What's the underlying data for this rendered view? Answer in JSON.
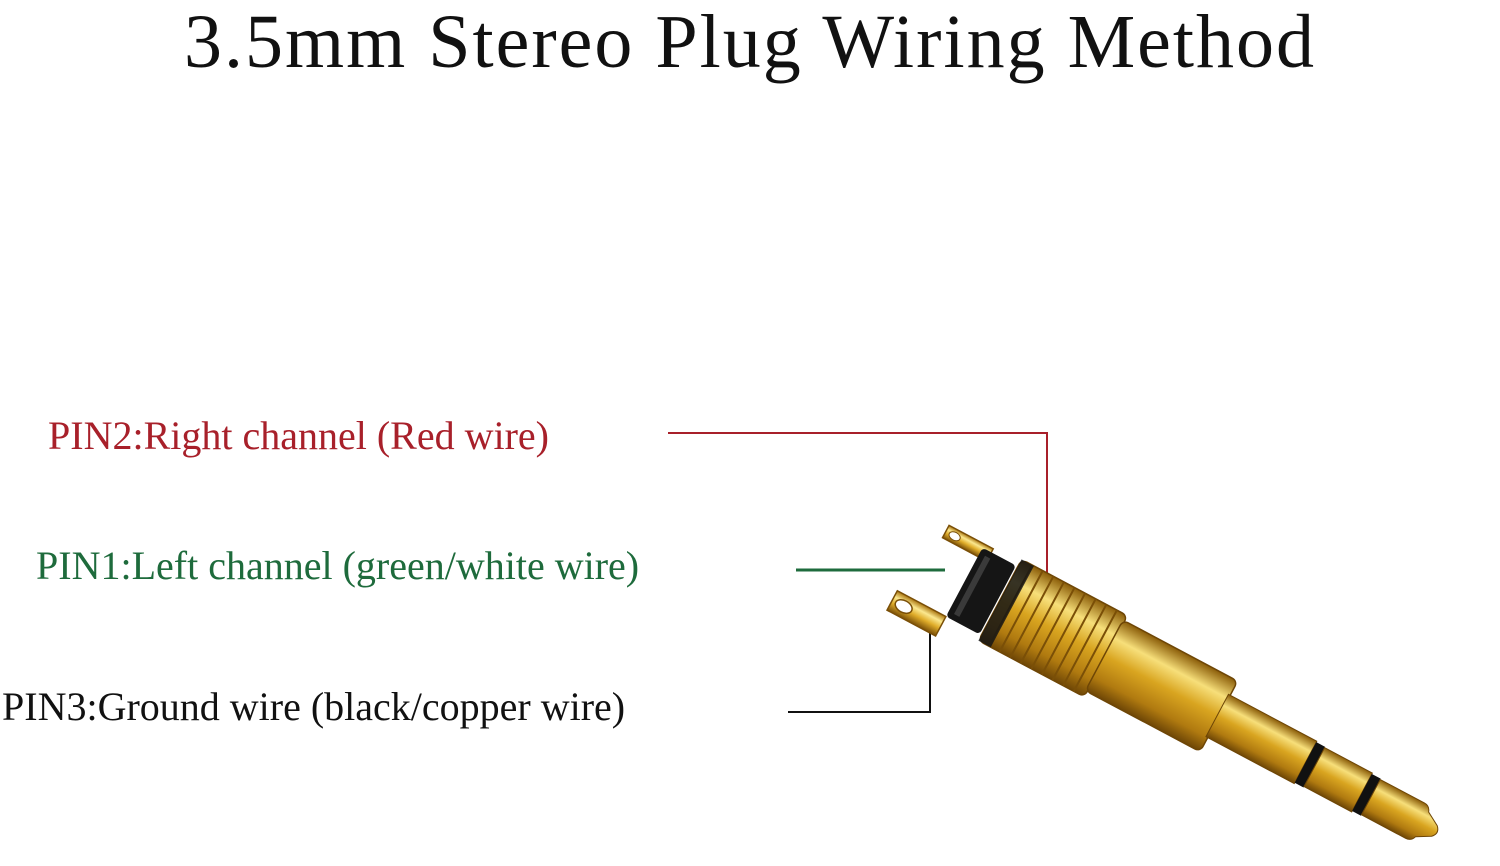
{
  "title": "3.5mm Stereo Plug Wiring Method",
  "pins": [
    {
      "id": "pin2",
      "text": "PIN2:Right channel (Red wire)",
      "color": "#a8202a"
    },
    {
      "id": "pin1",
      "text": "PIN1:Left channel (green/white wire)",
      "color": "#1e6b3c"
    },
    {
      "id": "pin3",
      "text": "PIN3:Ground wire (black/copper wire)",
      "color": "#111111"
    }
  ],
  "colors": {
    "gold": "#d9a520",
    "gold_light": "#f7df7a",
    "gold_dark": "#8a5c08",
    "insulator": "#111111"
  }
}
